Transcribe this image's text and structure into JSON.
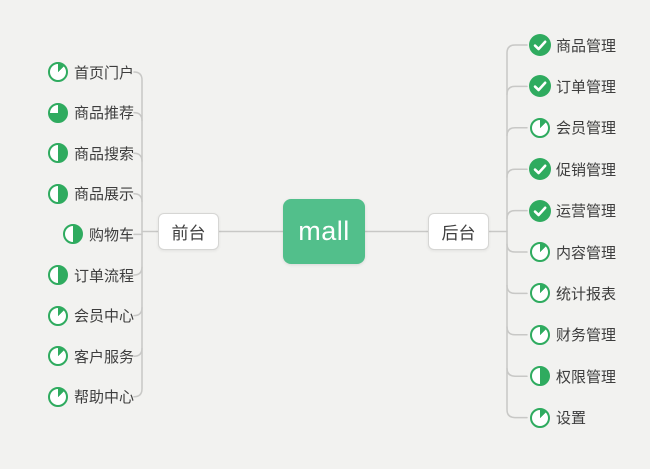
{
  "canvas": {
    "background": "#f2f2f0"
  },
  "root": {
    "label": "mall",
    "bg": "#52bf8b",
    "text_color": "#ffffff"
  },
  "colors": {
    "icon_green": "#2fab5f",
    "connector": "#c8c8c6",
    "node_border": "#d6d6d4",
    "label_text": "#3d3d3d",
    "branch_node_bg": "#ffffff"
  },
  "branches": [
    {
      "id": "front",
      "label": "前台",
      "side": "left",
      "items": [
        {
          "label": "首页门户",
          "icon": "progress-pie-icon",
          "progress_percent": 12.5
        },
        {
          "label": "商品推荐",
          "icon": "progress-pie-icon",
          "progress_percent": 75
        },
        {
          "label": "商品搜索",
          "icon": "progress-pie-icon",
          "progress_percent": 50
        },
        {
          "label": "商品展示",
          "icon": "progress-pie-icon",
          "progress_percent": 50
        },
        {
          "label": "购物车",
          "icon": "progress-pie-icon",
          "progress_percent": 50
        },
        {
          "label": "订单流程",
          "icon": "progress-pie-icon",
          "progress_percent": 50
        },
        {
          "label": "会员中心",
          "icon": "progress-pie-icon",
          "progress_percent": 12.5
        },
        {
          "label": "客户服务",
          "icon": "progress-pie-icon",
          "progress_percent": 12.5
        },
        {
          "label": "帮助中心",
          "icon": "progress-pie-icon",
          "progress_percent": 12.5
        }
      ]
    },
    {
      "id": "back",
      "label": "后台",
      "side": "right",
      "items": [
        {
          "label": "商品管理",
          "icon": "check-done-icon",
          "progress_percent": 100
        },
        {
          "label": "订单管理",
          "icon": "check-done-icon",
          "progress_percent": 100
        },
        {
          "label": "会员管理",
          "icon": "progress-pie-icon",
          "progress_percent": 12.5
        },
        {
          "label": "促销管理",
          "icon": "check-done-icon",
          "progress_percent": 100
        },
        {
          "label": "运营管理",
          "icon": "check-done-icon",
          "progress_percent": 100
        },
        {
          "label": "内容管理",
          "icon": "progress-pie-icon",
          "progress_percent": 12.5
        },
        {
          "label": "统计报表",
          "icon": "progress-pie-icon",
          "progress_percent": 12.5
        },
        {
          "label": "财务管理",
          "icon": "progress-pie-icon",
          "progress_percent": 12.5
        },
        {
          "label": "权限管理",
          "icon": "progress-pie-icon",
          "progress_percent": 50
        },
        {
          "label": "设置",
          "icon": "progress-pie-icon",
          "progress_percent": 12.5
        }
      ]
    }
  ]
}
